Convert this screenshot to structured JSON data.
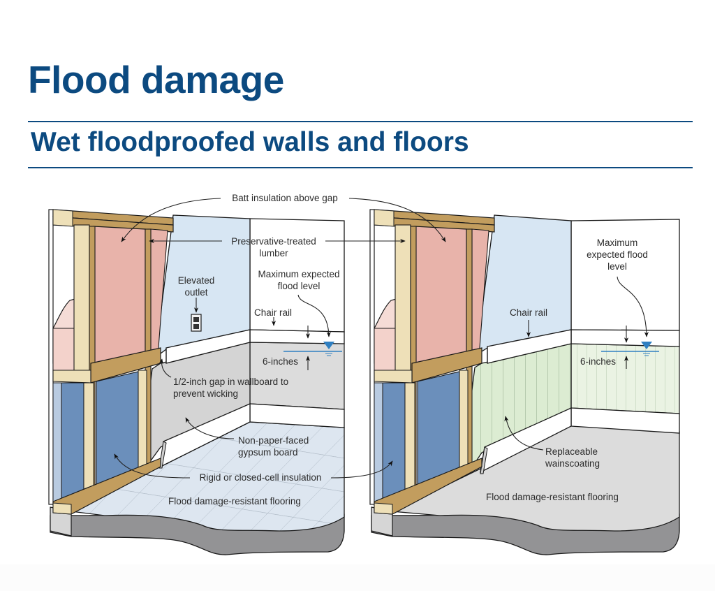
{
  "header": {
    "title": "Flood damage",
    "subtitle": "Wet floodproofed walls and floors"
  },
  "colors": {
    "brand_blue": "#0c4a80",
    "batt_insulation": "#e8b3aa",
    "rigid_insulation": "#6b8fbb",
    "lumber": "#c29d5e",
    "lumber_light": "#eee0b8",
    "wallboard_upper": "#d7e6f3",
    "gypsum_board": "#d4d4d4",
    "wainscoting": "#dcecd2",
    "tile_floor": "#dde6f0",
    "concrete_floor": "#dcdcdc",
    "slab_edge": "#939395",
    "water_level": "#2f7fc1"
  },
  "left_panel": {
    "labels": {
      "batt_insulation": "Batt insulation above gap",
      "treated_lumber_line1": "Preservative-treated",
      "treated_lumber_line2": "lumber",
      "outlet_line1": "Elevated",
      "outlet_line2": "outlet",
      "flood_level_line1": "Maximum expected",
      "flood_level_line2": "flood level",
      "chair_rail": "Chair rail",
      "six_inches": "6-inches",
      "gap_line1": "1/2-inch gap in wallboard to",
      "gap_line2": "prevent wicking",
      "gypsum_line1": "Non-paper-faced",
      "gypsum_line2": "gypsum board",
      "rigid_insulation": "Rigid or closed-cell insulation",
      "flooring": "Flood damage-resistant flooring"
    }
  },
  "right_panel": {
    "labels": {
      "flood_level_line1": "Maximum",
      "flood_level_line2": "expected flood",
      "flood_level_line3": "level",
      "chair_rail": "Chair rail",
      "six_inches": "6-inches",
      "wainscoting_line1": "Replaceable",
      "wainscoting_line2": "wainscoating",
      "flooring": "Flood damage-resistant flooring"
    }
  }
}
